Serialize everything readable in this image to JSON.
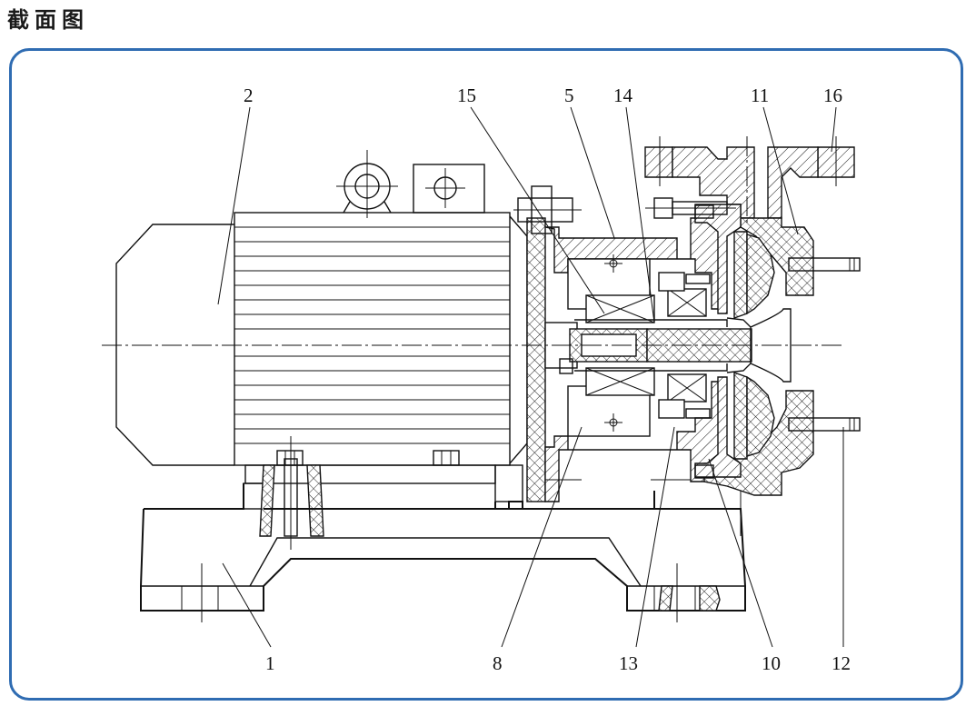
{
  "title": "截面图",
  "diagram": {
    "part_labels": [
      "2",
      "15",
      "5",
      "14",
      "11",
      "16",
      "1",
      "8",
      "13",
      "10",
      "12"
    ]
  },
  "colors": {
    "frame": "#2f6cb2",
    "line": "#111111"
  }
}
